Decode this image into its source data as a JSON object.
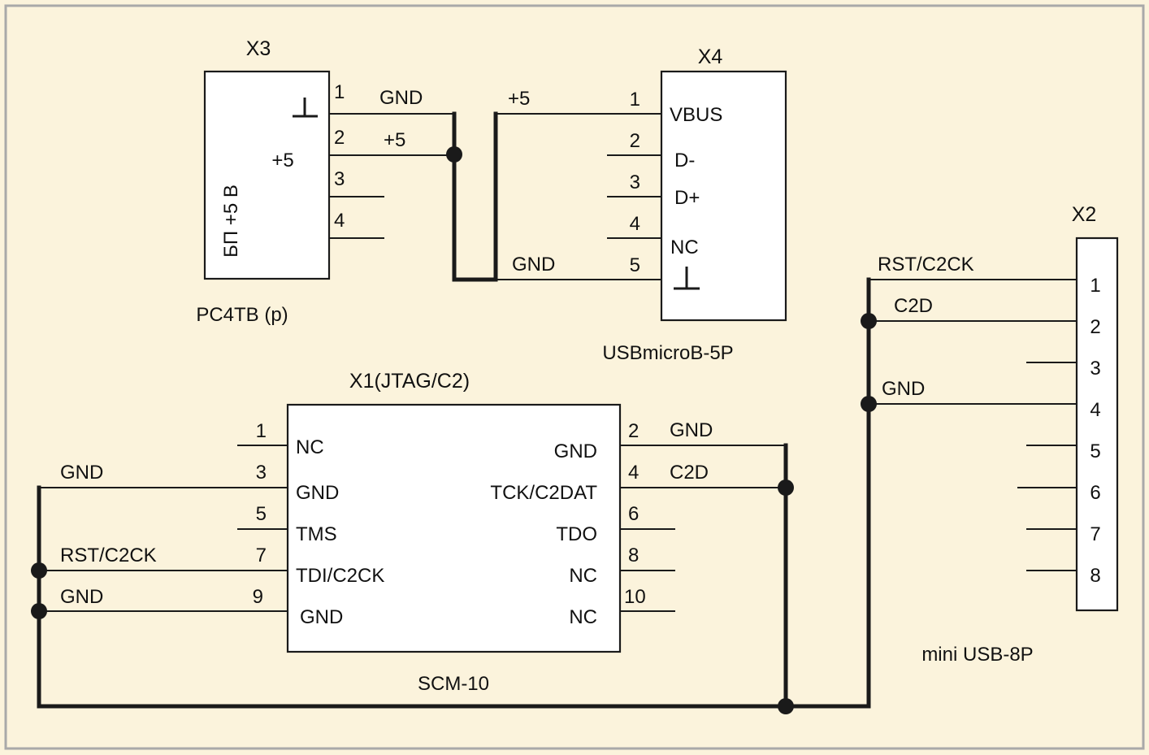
{
  "colors": {
    "background": "#fbf3dc",
    "frame": "#a9a9a9",
    "ink": "#1a1a1a",
    "component_fill": "#ffffff"
  },
  "x3": {
    "ref": "X3",
    "part": "PC4TB (p)",
    "inner_label": "+5",
    "side_label": "БП +5 В",
    "pins": [
      "1",
      "2",
      "3",
      "4"
    ]
  },
  "x4": {
    "ref": "X4",
    "part": "USBmicroB-5P",
    "pins": [
      "1",
      "2",
      "3",
      "4",
      "5"
    ],
    "pin_names": [
      "VBUS",
      "D-",
      "D+",
      "NC"
    ]
  },
  "x1": {
    "ref": "X1(JTAG/C2)",
    "part": "SCM-10",
    "left_pins": [
      "1",
      "3",
      "5",
      "7",
      "9"
    ],
    "left_names": [
      "NC",
      "GND",
      "TMS",
      "TDI/C2CK",
      "GND"
    ],
    "right_pins": [
      "2",
      "4",
      "6",
      "8",
      "10"
    ],
    "right_names": [
      "GND",
      "TCK/C2DAT",
      "TDO",
      "NC",
      "NC"
    ]
  },
  "x2": {
    "ref": "X2",
    "part": "mini USB-8P",
    "pins": [
      "1",
      "2",
      "3",
      "4",
      "5",
      "6",
      "7",
      "8"
    ]
  },
  "nets": {
    "x3_gnd": "GND",
    "x3_p5": "+5",
    "x4_p5": "+5",
    "x4_gnd": "GND",
    "x1_gnd_left": "GND",
    "x1_rst_left": "RST/C2CK",
    "x1_gnd9_left": "GND",
    "x1_gnd_right": "GND",
    "x1_c2d_right": "C2D",
    "x2_rst": "RST/C2CK",
    "x2_c2d": "C2D",
    "x2_gnd": "GND"
  }
}
